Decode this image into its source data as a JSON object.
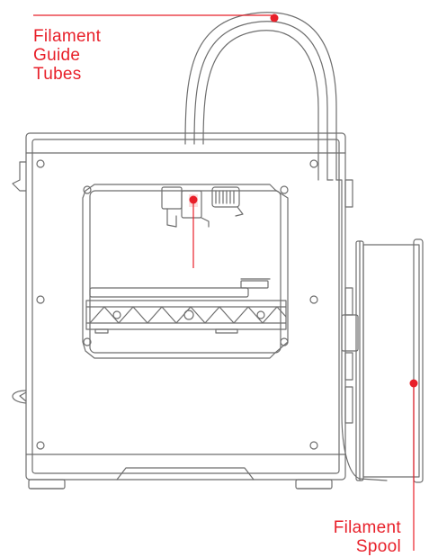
{
  "labels": {
    "filament_guide_tubes": [
      "Filament",
      "Guide",
      "Tubes"
    ],
    "filament_spool": [
      "Filament",
      "Spool"
    ]
  },
  "colors": {
    "accent": "#e8202a",
    "line": "#6e6e6e",
    "background": "#ffffff"
  }
}
